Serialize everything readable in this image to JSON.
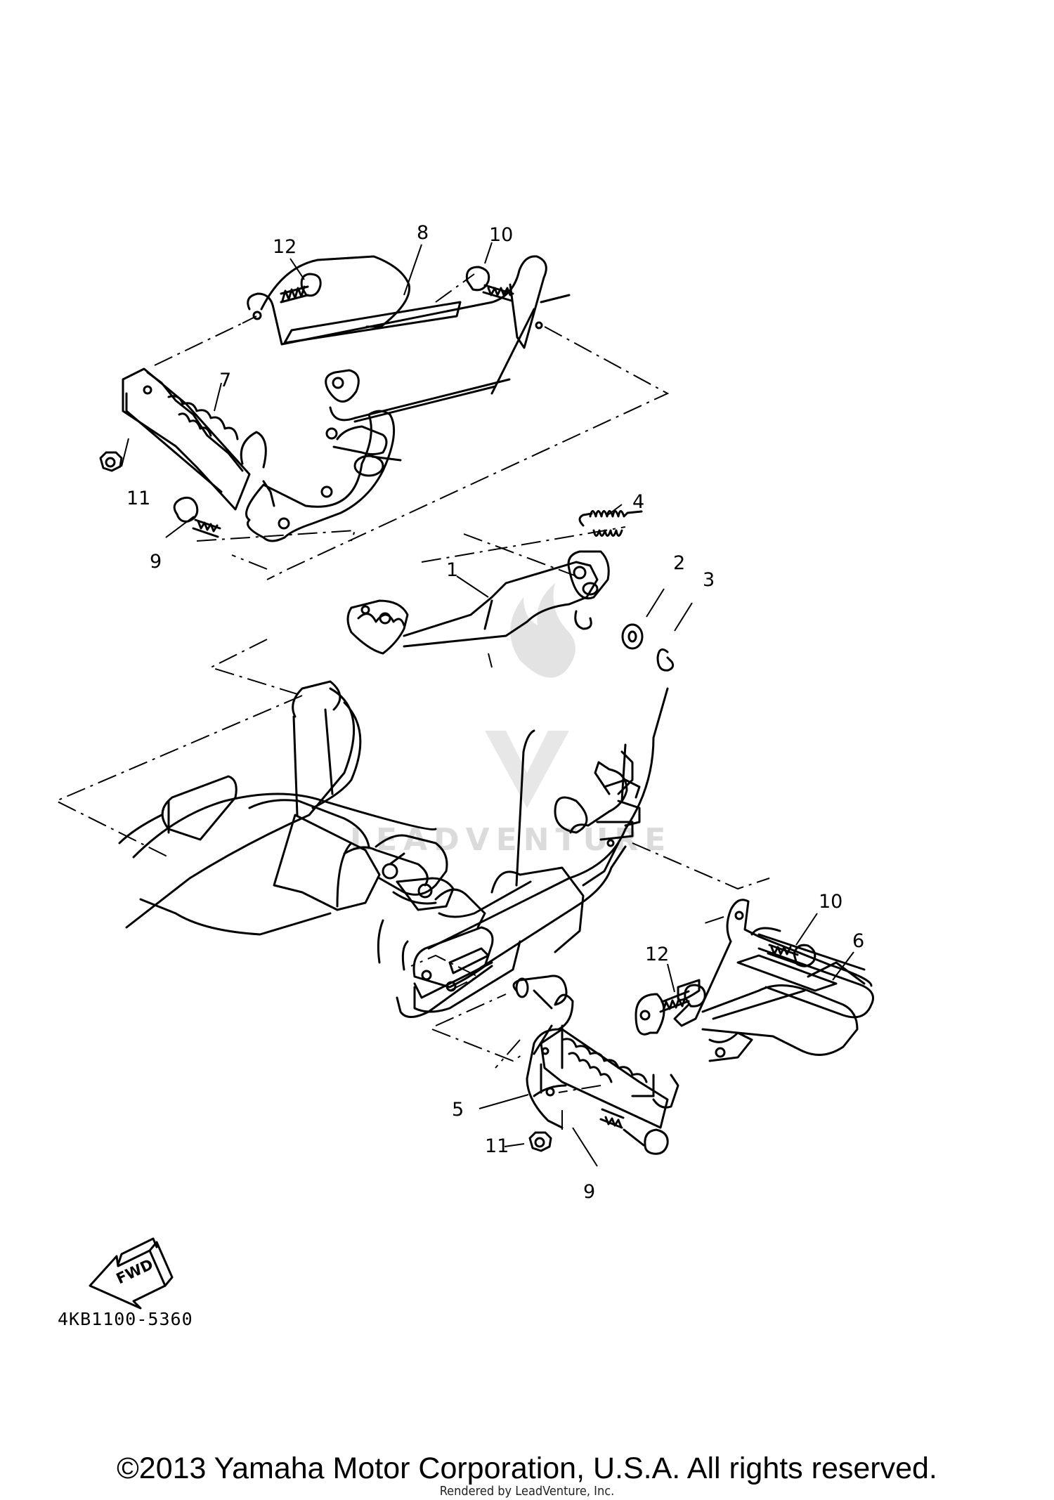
{
  "diagram": {
    "callouts": [
      {
        "id": "c8",
        "text": "8"
      },
      {
        "id": "c12a",
        "text": "12"
      },
      {
        "id": "c10a",
        "text": "10"
      },
      {
        "id": "c7",
        "text": "7"
      },
      {
        "id": "c11a",
        "text": "11"
      },
      {
        "id": "c9a",
        "text": "9"
      },
      {
        "id": "c4",
        "text": "4"
      },
      {
        "id": "c2",
        "text": "2"
      },
      {
        "id": "c3",
        "text": "3"
      },
      {
        "id": "c1",
        "text": "1"
      },
      {
        "id": "c10b",
        "text": "10"
      },
      {
        "id": "c6",
        "text": "6"
      },
      {
        "id": "c12b",
        "text": "12"
      },
      {
        "id": "c5",
        "text": "5"
      },
      {
        "id": "c11b",
        "text": "11"
      },
      {
        "id": "c9b",
        "text": "9"
      }
    ],
    "fwd_label": "FWD",
    "part_code": "4KB1100-5360",
    "watermark": "LEADVENTURE"
  },
  "footer": {
    "copyright": "©2013 Yamaha Motor Corporation, U.S.A. All rights reserved.",
    "rendered_by": "Rendered by LeadVenture, Inc."
  },
  "colors": {
    "line": "#000000",
    "watermark": "#d8d8d8",
    "background": "#ffffff"
  }
}
